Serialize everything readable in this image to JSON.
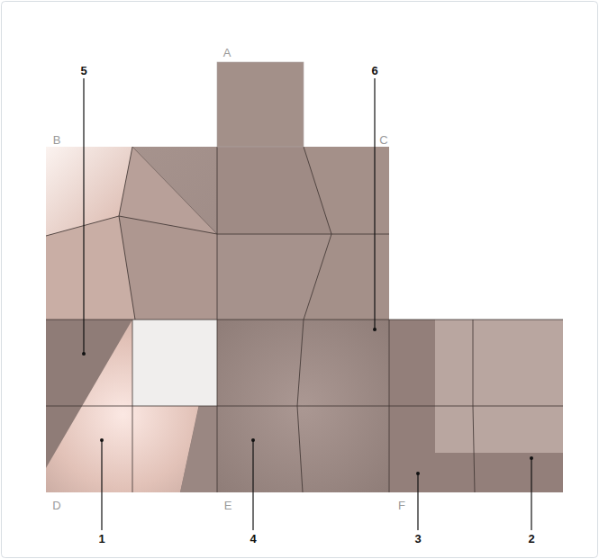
{
  "diagram": {
    "labels": [
      "A",
      "5",
      "6",
      "B",
      "C",
      "D",
      "1",
      "E",
      "4",
      "F",
      "3",
      "2"
    ]
  }
}
